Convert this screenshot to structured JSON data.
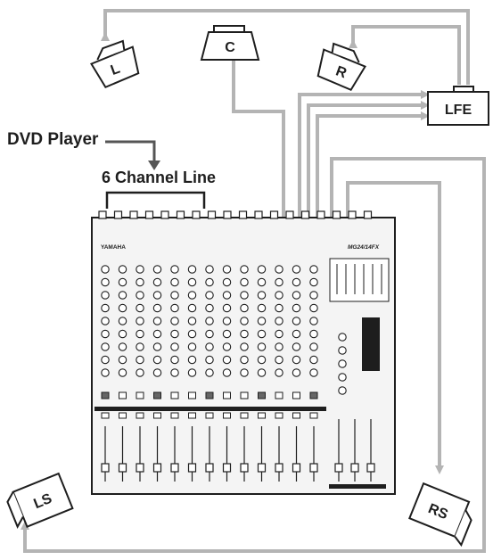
{
  "labels": {
    "source": "DVD Player",
    "input_group": "6 Channel Line"
  },
  "speakers": {
    "l": "L",
    "c": "C",
    "r": "R",
    "lfe": "LFE",
    "ls": "LS",
    "rs": "RS"
  },
  "mixer": {
    "brand": "YAMAHA",
    "model": "MG24/14FX"
  },
  "colors": {
    "cable": "#b4b4b4",
    "outline": "#1e1e1e",
    "mixer_panel": "#f4f4f4"
  }
}
